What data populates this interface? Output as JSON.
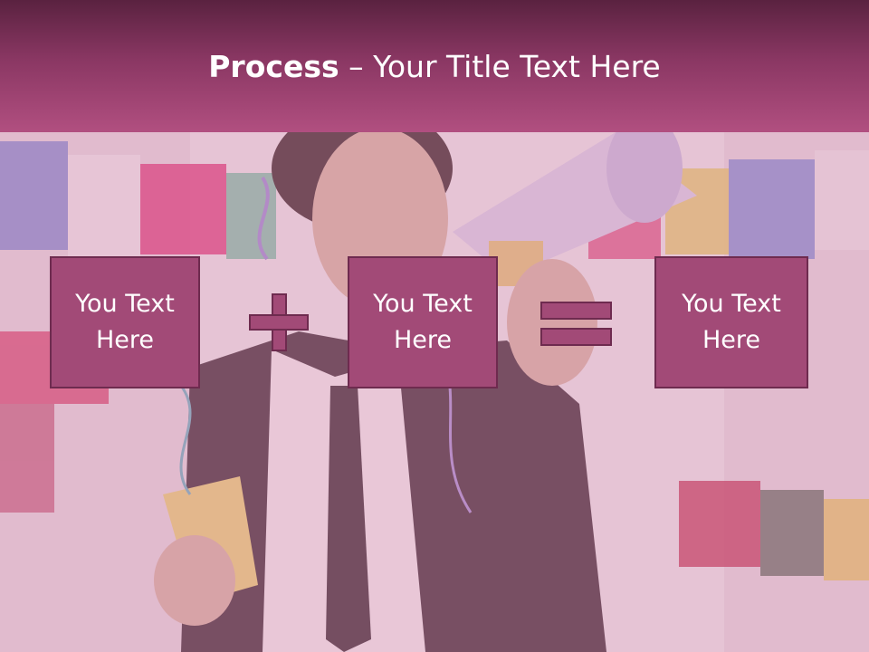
{
  "header": {
    "title_strong": "Process",
    "title_rest": " – Your Title Text Here"
  },
  "boxes": [
    {
      "line1": "You Text",
      "line2": "Here"
    },
    {
      "line1": "You Text",
      "line2": "Here"
    },
    {
      "line1": "You Text",
      "line2": "Here"
    }
  ],
  "operators": {
    "plus": "plus-icon",
    "equals": "equals-icon"
  },
  "colors": {
    "header_dark": "#5a2240",
    "header_light": "#b14f80",
    "box_fill": "#a24a77",
    "box_border": "#6e2b4f"
  }
}
